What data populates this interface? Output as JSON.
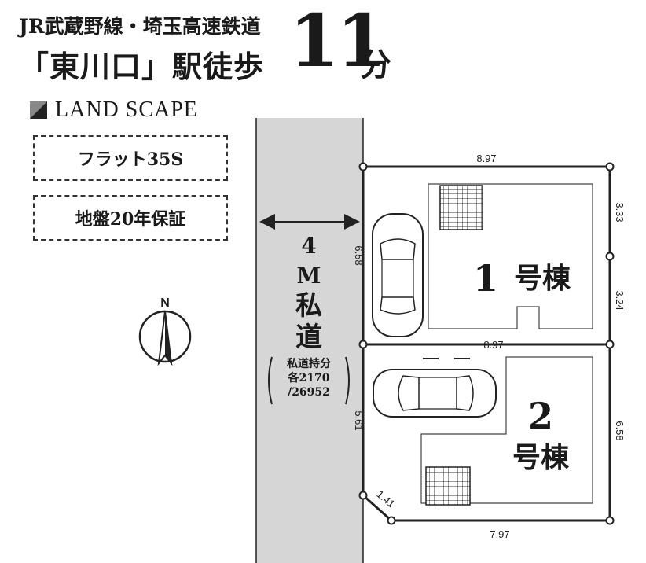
{
  "header": {
    "line1": "JR武蔵野線・埼玉高速鉄道",
    "line2": "「東川口」駅徒歩",
    "minutes": "11",
    "minutes_unit": "分"
  },
  "brand": {
    "name": "LAND SCAPE"
  },
  "tags": [
    "フラット35S",
    "地盤20年保証"
  ],
  "compass": {
    "label": "N"
  },
  "road": {
    "width_chars": [
      "4",
      "M",
      "私",
      "道"
    ],
    "share_lines": [
      "私道持分",
      "各2170",
      "/26952"
    ]
  },
  "lots": [
    {
      "label_num": "1",
      "label_suffix": "号棟",
      "dims": {
        "top": "8.97",
        "right_upper": "3.33",
        "right_lower": "3.24",
        "left": "6.58"
      }
    },
    {
      "label_num": "2",
      "label_suffix": "号棟",
      "dims": {
        "top": "8.97",
        "right": "6.58",
        "left": "5.61",
        "corner": "1.41",
        "bottom": "7.97"
      }
    }
  ]
}
